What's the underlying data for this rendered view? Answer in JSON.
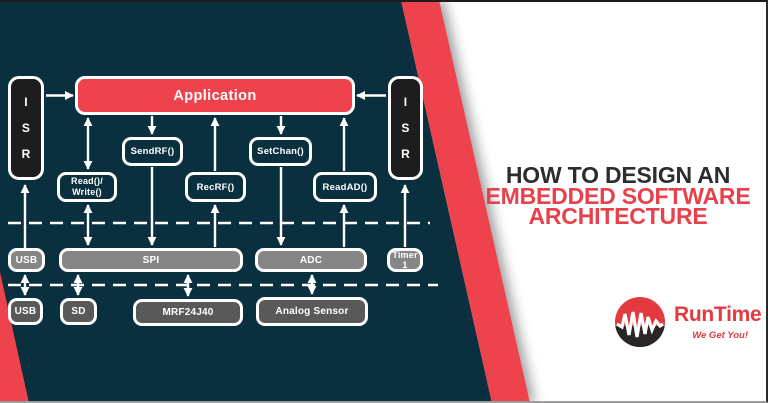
{
  "colors": {
    "navy_background": "#0a3040",
    "accent_red": "#ee424d",
    "title_dark": "#2d2d2d",
    "title_red": "#e8414c",
    "logo_red": "#e23a3e",
    "logo_black": "#2a2627",
    "isr_box_black": "#1d1d1d",
    "driver_layer_gray": "#868686",
    "hardware_layer_gray": "#595959",
    "diagram_line_white": "#ffffff"
  },
  "diagram": {
    "isr_letters": [
      "I",
      "S",
      "R"
    ],
    "application": "Application",
    "sendrf": "SendRF()",
    "setchan": "SetChan()",
    "read_write_line1": "Read()/",
    "read_write_line2": "Write()",
    "recrf": "RecRF()",
    "readad": "ReadAD()",
    "usb_mid": "USB",
    "spi": "SPI",
    "adc": "ADC",
    "timer1": "Timer 1",
    "usb_bottom": "USB",
    "sd": "SD",
    "mrf": "MRF24J40",
    "analog_sensor": "Analog Sensor"
  },
  "title": {
    "line1": "HOW TO DESIGN AN",
    "line2": "EMBEDDED SOFTWARE",
    "line3": "ARCHITECTURE"
  },
  "logo": {
    "name": "RunTime",
    "tagline": "We Get You!"
  }
}
